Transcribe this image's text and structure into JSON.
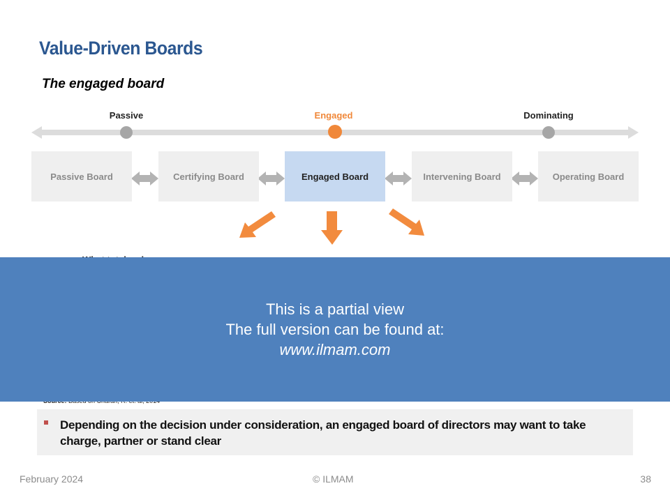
{
  "title": "Value-Driven Boards",
  "subtitle": "The engaged board",
  "spectrum": {
    "labels": {
      "passive": "Passive",
      "engaged": "Engaged",
      "dominating": "Dominating"
    }
  },
  "boards": [
    {
      "label": "Passive Board"
    },
    {
      "label": "Certifying Board"
    },
    {
      "label": "Engaged Board",
      "highlighted": true
    },
    {
      "label": "Intervening Board"
    },
    {
      "label": "Operating Board"
    }
  ],
  "partially_visible_text": "What totake charg",
  "source": {
    "label": "Source:",
    "text": "Based on Charan, R. et. al, 2014"
  },
  "banner": {
    "line1": "This is a partial view",
    "line2": "The full version can be found at:",
    "url": "www.ilmam.com"
  },
  "callout": {
    "text": "Depending on the decision under consideration, an engaged board of directors may want to take charge, partner or stand clear"
  },
  "footer": {
    "date": "February 2024",
    "copyright": "© ILMAM",
    "page": "38"
  },
  "colors": {
    "title": "#2b5790",
    "accent_orange": "#f0883a",
    "highlight_box": "#c6d9f1",
    "banner": "#4f81bd",
    "bullet": "#c0504d"
  }
}
